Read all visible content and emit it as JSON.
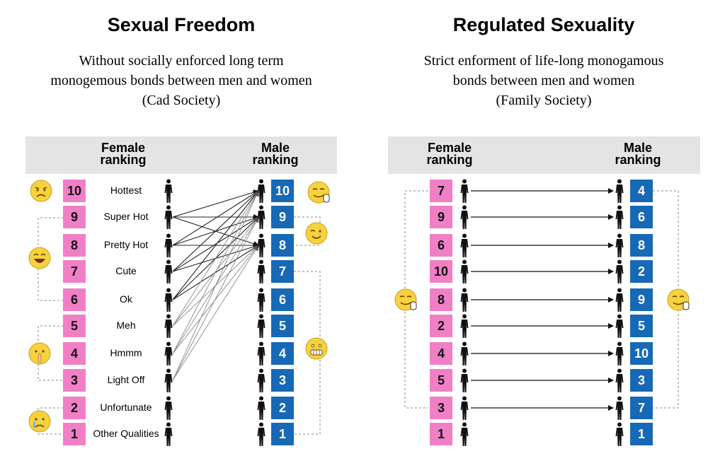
{
  "left_panel": {
    "title": "Sexual Freedom",
    "subtitle": [
      "Without socially enforced long term",
      "monogemous bonds between men and women",
      "(Cad Society)"
    ],
    "female_header": [
      "Female",
      "ranking"
    ],
    "male_header": [
      "Male",
      "ranking"
    ],
    "female_rows": [
      {
        "rank": "10",
        "label": "Hottest"
      },
      {
        "rank": "9",
        "label": "Super Hot"
      },
      {
        "rank": "8",
        "label": "Pretty Hot"
      },
      {
        "rank": "7",
        "label": "Cute"
      },
      {
        "rank": "6",
        "label": "Ok"
      },
      {
        "rank": "5",
        "label": "Meh"
      },
      {
        "rank": "4",
        "label": "Hmmm"
      },
      {
        "rank": "3",
        "label": "Light Off"
      },
      {
        "rank": "2",
        "label": "Unfortunate"
      },
      {
        "rank": "1",
        "label": "Other Qualities"
      }
    ],
    "male_ranks": [
      "10",
      "9",
      "8",
      "7",
      "6",
      "5",
      "4",
      "3",
      "2",
      "1"
    ],
    "emojis": [
      "angry-emoji",
      "laughing-emoji",
      "shush-emoji",
      "crying-emoji",
      "thumbs-emoji",
      "wink-emoji",
      "grimace-emoji"
    ]
  },
  "right_panel": {
    "title": "Regulated Sexuality",
    "subtitle": [
      "Strict enforment of life-long monogamous",
      "bonds between men and women",
      "(Family Society)"
    ],
    "female_header": [
      "Female",
      "ranking"
    ],
    "male_header": [
      "Male",
      "ranking"
    ],
    "pairs": [
      {
        "female": "7",
        "male": "4"
      },
      {
        "female": "9",
        "male": "6"
      },
      {
        "female": "6",
        "male": "8"
      },
      {
        "female": "10",
        "male": "2"
      },
      {
        "female": "8",
        "male": "9"
      },
      {
        "female": "2",
        "male": "5"
      },
      {
        "female": "4",
        "male": "10"
      },
      {
        "female": "5",
        "male": "3"
      },
      {
        "female": "3",
        "male": "7"
      },
      {
        "female": "1",
        "male": "1"
      }
    ],
    "emojis": [
      "thumbs-emoji",
      "thumbs-emoji"
    ]
  },
  "colors": {
    "pink": "#f17fc6",
    "blue": "#1769b5",
    "header_bg": "#e4e4e4"
  }
}
